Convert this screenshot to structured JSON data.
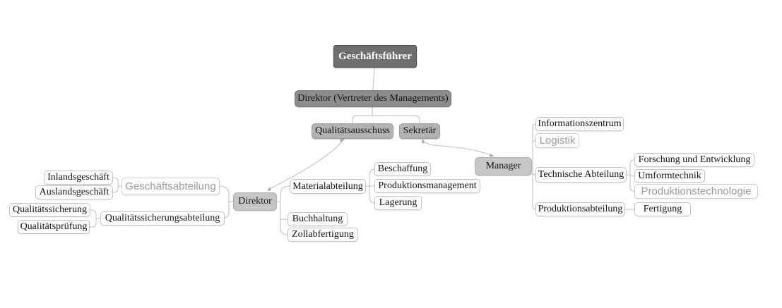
{
  "colors": {
    "connector": "#cbcbcb",
    "rel_line": "#c6c6c6",
    "arrow_head": "#a9a9a9",
    "root_fill": "#6e6e6e",
    "root_border": "#4c4c4c",
    "root_text": "#ffffff",
    "lvl2_fill": "#8c8c8c",
    "lvl2_border": "#7b7b7b",
    "lvl3_fill": "#b2b2b2",
    "lvl3_border": "#9b9b9b",
    "float_fill": "#c6c6c6",
    "float_border": "#b0b0b0",
    "leaf_fill": "#ffffff",
    "leaf_border": "#c2c2c2",
    "text": "#141414",
    "alt_text": "#9b9b9b",
    "alt_border": "#cdcdcd"
  },
  "nodes": {
    "geschaeftsfuehrer": {
      "label": "Geschäftsführer"
    },
    "direktor_vertreter": {
      "label": "Direktor (Vertreter des Managements)"
    },
    "qualitaetsausschuss": {
      "label": "Qualitätsausschuss"
    },
    "sekretaer": {
      "label": "Sekretär"
    },
    "manager": {
      "label": "Manager"
    },
    "direktor": {
      "label": "Direktor"
    },
    "geschaeftsabteilung": {
      "label": "Geschäftsabteilung"
    },
    "inlandsgeschaeft": {
      "label": "Inlandsgeschäft"
    },
    "auslandsgeschaeft": {
      "label": "Auslandsgeschäft"
    },
    "qualitaetssicherungsabteilung": {
      "label": "Qualitätssicherungsabteilung"
    },
    "qualitaetssicherung": {
      "label": "Qualitätssicherung"
    },
    "qualitaetspruefung": {
      "label": "Qualitätsprüfung"
    },
    "materialabteilung": {
      "label": "Materialabteilung"
    },
    "beschaffung": {
      "label": "Beschaffung"
    },
    "produktionsmanagement": {
      "label": "Produktionsmanagement"
    },
    "lagerung": {
      "label": "Lagerung"
    },
    "buchhaltung": {
      "label": "Buchhaltung"
    },
    "zollabfertigung": {
      "label": "Zollabfertigung"
    },
    "informationszentrum": {
      "label": "Informationszentrum"
    },
    "logistik": {
      "label": "Logistik"
    },
    "technische_abteilung": {
      "label": "Technische Abteilung"
    },
    "forschung_und_entwicklung": {
      "label": "Forschung und Entwicklung"
    },
    "umformtechnik": {
      "label": "Umformtechnik"
    },
    "produktionstechnologie": {
      "label": "Produktionstechnologie"
    },
    "produktionsabteilung": {
      "label": "Produktionsabteilung"
    },
    "fertigung": {
      "label": "Fertigung"
    }
  },
  "structure": {
    "hierarchy": [
      {
        "parent": "geschaeftsfuehrer",
        "child": "direktor_vertreter"
      },
      {
        "parent": "direktor_vertreter",
        "child": "qualitaetsausschuss"
      },
      {
        "parent": "direktor_vertreter",
        "child": "sekretaer"
      },
      {
        "parent": "direktor",
        "child": "geschaeftsabteilung"
      },
      {
        "parent": "direktor",
        "child": "qualitaetssicherungsabteilung"
      },
      {
        "parent": "direktor",
        "child": "materialabteilung"
      },
      {
        "parent": "direktor",
        "child": "buchhaltung"
      },
      {
        "parent": "direktor",
        "child": "zollabfertigung"
      },
      {
        "parent": "geschaeftsabteilung",
        "child": "inlandsgeschaeft"
      },
      {
        "parent": "geschaeftsabteilung",
        "child": "auslandsgeschaeft"
      },
      {
        "parent": "qualitaetssicherungsabteilung",
        "child": "qualitaetssicherung"
      },
      {
        "parent": "qualitaetssicherungsabteilung",
        "child": "qualitaetspruefung"
      },
      {
        "parent": "materialabteilung",
        "child": "beschaffung"
      },
      {
        "parent": "materialabteilung",
        "child": "produktionsmanagement"
      },
      {
        "parent": "materialabteilung",
        "child": "lagerung"
      },
      {
        "parent": "manager",
        "child": "informationszentrum"
      },
      {
        "parent": "manager",
        "child": "logistik"
      },
      {
        "parent": "manager",
        "child": "technische_abteilung"
      },
      {
        "parent": "manager",
        "child": "produktionsabteilung"
      },
      {
        "parent": "technische_abteilung",
        "child": "forschung_und_entwicklung"
      },
      {
        "parent": "technische_abteilung",
        "child": "umformtechnik"
      },
      {
        "parent": "technische_abteilung",
        "child": "produktionstechnologie"
      },
      {
        "parent": "produktionsabteilung",
        "child": "fertigung"
      }
    ],
    "relationships": [
      {
        "from": "qualitaetsausschuss",
        "to": "direktor"
      },
      {
        "from": "sekretaer",
        "to": "manager"
      }
    ]
  }
}
